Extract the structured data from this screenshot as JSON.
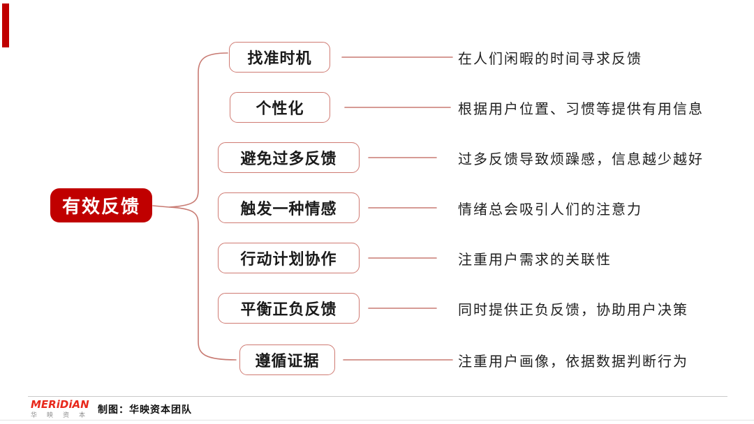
{
  "root": {
    "label": "有效反馈"
  },
  "branches": [
    {
      "label": "找准时机",
      "description": "在人们闲暇的时间寻求反馈"
    },
    {
      "label": "个性化",
      "description": "根据用户位置、习惯等提供有用信息"
    },
    {
      "label": "避免过多反馈",
      "description": "过多反馈导致烦躁感，信息越少越好"
    },
    {
      "label": "触发一种情感",
      "description": "情绪总会吸引人们的注意力"
    },
    {
      "label": "行动计划协作",
      "description": "注重用户需求的关联性"
    },
    {
      "label": "平衡正负反馈",
      "description": "同时提供正负反馈，协助用户决策"
    },
    {
      "label": "遵循证据",
      "description": "注重用户画像，依据数据判断行为"
    }
  ],
  "footer": {
    "logo_text": "MERiDiAN",
    "logo_subtext": [
      "华",
      "映",
      "资",
      "本"
    ],
    "credit": "制图：华映资本团队"
  },
  "colors": {
    "accent_red": "#c00000",
    "line_red": "#c87a72",
    "logo_red": "#e8291c"
  }
}
